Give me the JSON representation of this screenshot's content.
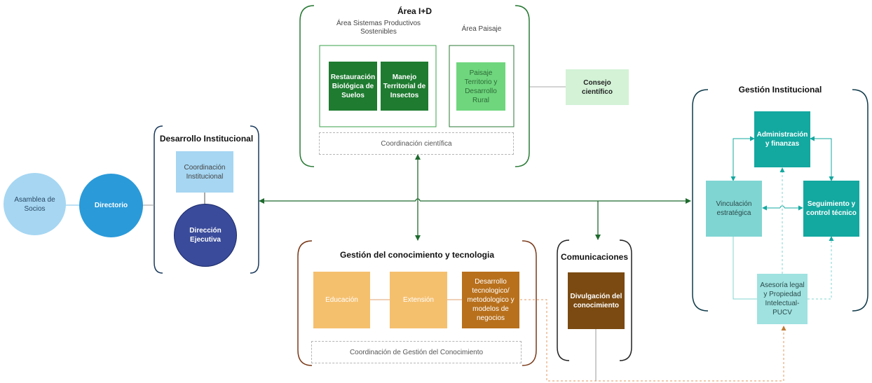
{
  "asamblea": "Asamblea de Socios",
  "directorio": "Directorio",
  "desarrollo_institucional": {
    "title": "Desarrollo Institucional",
    "coordinacion": "Coordinación Institucional",
    "direccion": "Dirección Ejecutiva"
  },
  "area_id": {
    "title": "Área I+D",
    "area_sistemas": "Área Sistemas Productivos Sostenibles",
    "area_paisaje": "Área Paisaje",
    "restauracion": "Restauración Biológica de Suelos",
    "manejo": "Manejo Territorial de Insectos",
    "paisaje_territorio": "Paisaje Territorio y Desarrollo Rural",
    "coordinacion": "Coordinación científica"
  },
  "consejo": "Consejo científico",
  "gestion_conocimiento": {
    "title": "Gestión del conocimiento y tecnologia",
    "educacion": "Educación",
    "extension": "Extensión",
    "desarrollo": "Desarrollo tecnologico/ metodologico y modelos de negocios",
    "coordinacion": "Coordinación de Gestión del Conocimiento"
  },
  "comunicaciones": {
    "title": "Comunicaciones",
    "divulgacion": "Divulgación del conocimiento"
  },
  "gestion_institucional": {
    "title": "Gestión Institucional",
    "administracion": "Administración y finanzas",
    "vinculacion": "Vinculación estratégica",
    "seguimiento": "Seguimiento y control técnico",
    "asesoria": "Asesoría legal y Propiedad Intelectual-PUCV"
  },
  "colors": {
    "dark_green": "#1e7b30",
    "mid_green": "#6fd67e",
    "pale_green": "#d3f2d6",
    "teal": "#13a8a0",
    "light_teal": "#7fd5d2",
    "orange_light": "#f5c06e",
    "orange_dark": "#b8701c",
    "brown": "#7a4a12",
    "blue_light": "#a6d6f2",
    "blue": "#2a9ad9",
    "navy": "#3a4b9b",
    "line_green": "#1e6a2e"
  }
}
